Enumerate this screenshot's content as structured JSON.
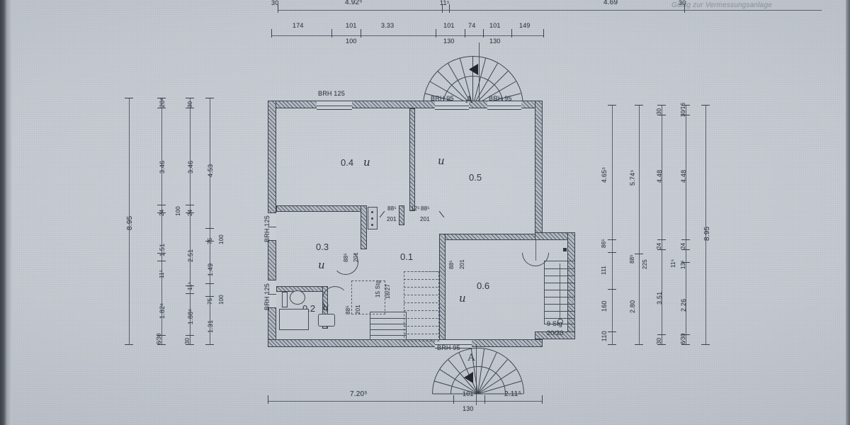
{
  "document": {
    "kind": "architectural-floor-plan-photograph",
    "language": "de",
    "corner_note": "Gültig zur Vermessungsanlage"
  },
  "rooms": [
    {
      "id": "r01",
      "number": "0.1",
      "mark": ""
    },
    {
      "id": "r02",
      "number": "0.2",
      "mark": "u"
    },
    {
      "id": "r03",
      "number": "0.3",
      "mark": "u"
    },
    {
      "id": "r04",
      "number": "0.4",
      "mark": "u"
    },
    {
      "id": "r05",
      "number": "0.5",
      "mark": "u"
    },
    {
      "id": "r06",
      "number": "0.6",
      "mark": "u"
    }
  ],
  "window_labels": {
    "top_left": "BRH 125",
    "top_mid": "BRH 95",
    "top_right": "BRH 95",
    "bottom": "BRH 95",
    "left_upper": "BRH 125",
    "left_lower": "BRH 125"
  },
  "section_marks": {
    "top": "A",
    "bottom": "A"
  },
  "stairs": {
    "main": {
      "count": "15 Stg",
      "riser": "18/27"
    },
    "side": {
      "count": "9 Stg",
      "riser": "20/20"
    }
  },
  "door_labels": [
    {
      "id": "d1",
      "w": "88⁵",
      "h": "201"
    },
    {
      "id": "d2",
      "w": "88⁵",
      "h": "201"
    },
    {
      "id": "d3",
      "w": "88⁵",
      "h": "201"
    },
    {
      "id": "d4",
      "w": "88⁵",
      "h": "201"
    },
    {
      "id": "d5",
      "w": "88⁵",
      "h": "201"
    },
    {
      "id": "d6",
      "w": "12⁵",
      "h": ""
    }
  ],
  "dimensions": {
    "top_outer": [
      "30",
      "4.92⁵",
      "11⁵",
      "4.69",
      "30"
    ],
    "top_inner": [
      "174",
      "101⁄100",
      "3.33",
      "101⁄130",
      "74",
      "101⁄130",
      "149"
    ],
    "top_inner_parts": [
      {
        "v": "174",
        "sub": ""
      },
      {
        "v": "101",
        "sub": "100"
      },
      {
        "v": "3.33",
        "sub": ""
      },
      {
        "v": "101",
        "sub": "130"
      },
      {
        "v": "74",
        "sub": ""
      },
      {
        "v": "101",
        "sub": "130"
      },
      {
        "v": "149",
        "sub": ""
      }
    ],
    "bottom": [
      {
        "v": "7.20⁵",
        "sub": ""
      },
      {
        "v": "101",
        "sub": "130"
      },
      {
        "v": "2.11⁵",
        "sub": ""
      }
    ],
    "left_chain_1": {
      "total": "8.95"
    },
    "left_chain_2": [
      "20⁵",
      "3.46",
      "24",
      "1.51",
      "11⁵",
      "1.82⁵",
      "6⁄30"
    ],
    "left_chain_3": [
      "30",
      "3.46",
      "24",
      "2.51",
      "11⁵",
      "1.88⁵",
      "30"
    ],
    "left_chain_4": [
      "4.53",
      "75",
      "100",
      "1.49",
      "75",
      "100",
      "1.31"
    ],
    "right_chain_1": [
      "4.65⁵",
      "86⁵",
      "111",
      "160",
      "110"
    ],
    "right_chain_2": [
      "5.74⁵",
      "225",
      "88⁵",
      "2.80"
    ],
    "right_chain_3": [
      "30",
      "4.48",
      "24",
      "3.51",
      "30"
    ],
    "right_chain_4": [
      "30⁄16",
      "4.48",
      "24",
      "13⁵",
      "11⁵",
      "2.26",
      "6⁄30"
    ],
    "right_total": "8.95"
  }
}
